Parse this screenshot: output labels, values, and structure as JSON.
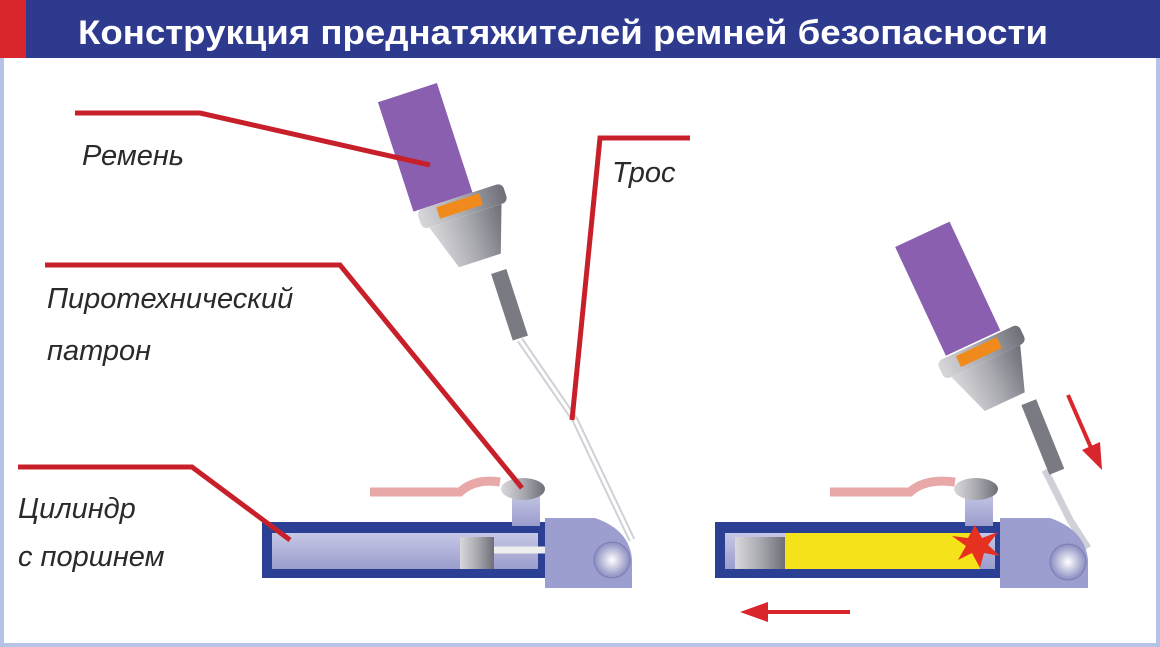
{
  "title": "Конструкция преднатяжителей ремней безопасности",
  "labels": {
    "belt": "Ремень",
    "cable": "Трос",
    "cartridge_line1": "Пиротехнический",
    "cartridge_line2": "патрон",
    "cylinder_line1": "Цилиндр",
    "cylinder_line2": "с поршнем"
  },
  "colors": {
    "header": "#2d3a8e",
    "accent": "#d8262c",
    "belt": "#8a5fb0",
    "cylinder": "#2b3f94",
    "charge": "#f5e21a"
  }
}
